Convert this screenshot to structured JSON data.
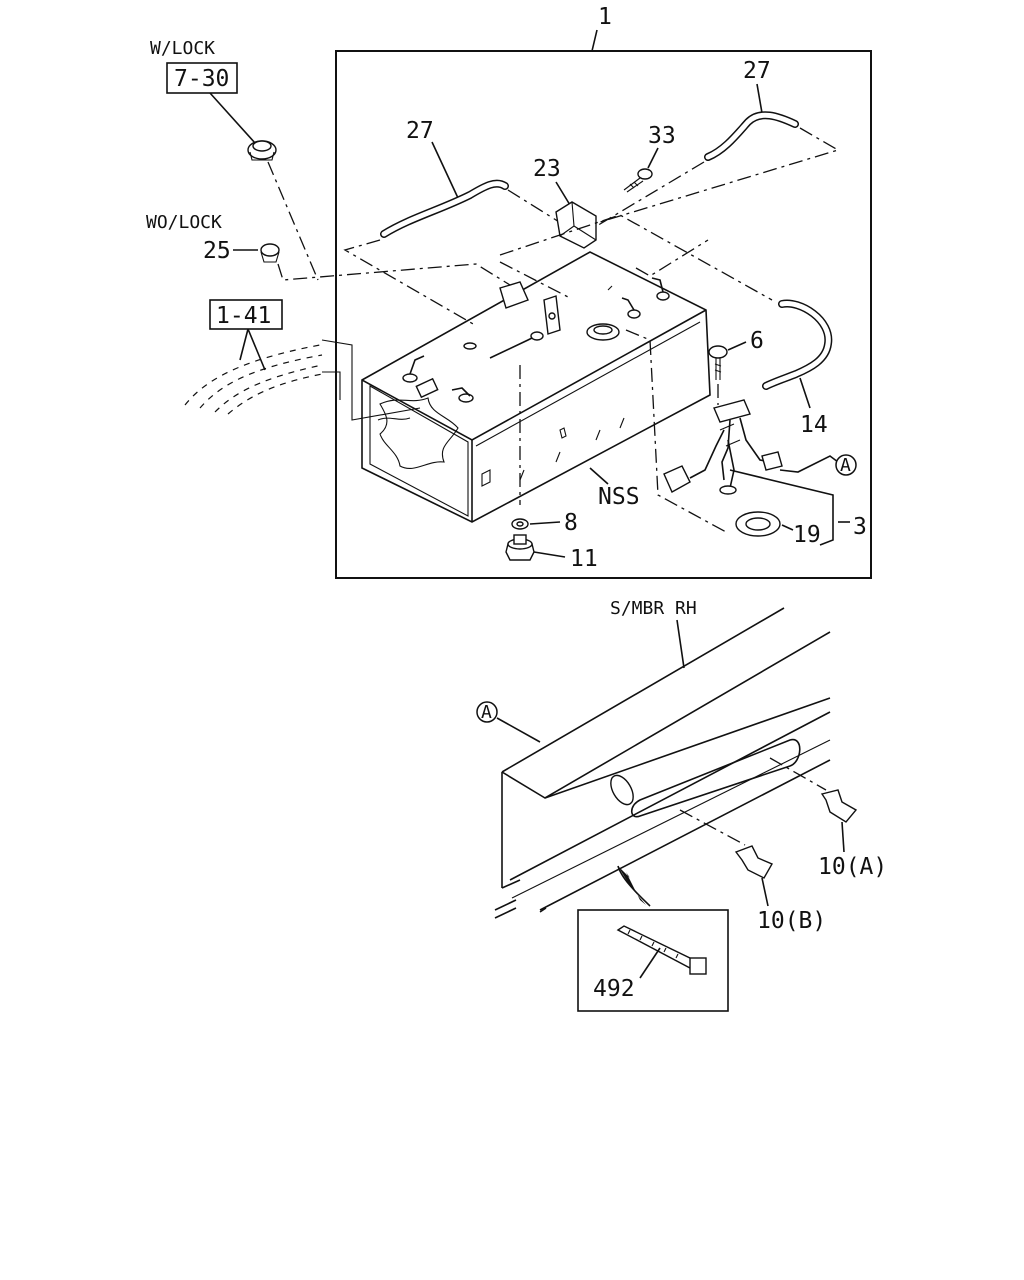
{
  "callouts": {
    "assembly": "1",
    "w_lock": "W/LOCK",
    "ref_7_30": "7-30",
    "wo_lock": "WO/LOCK",
    "cap_25": "25",
    "ref_1_41": "1-41",
    "hose_27_left": "27",
    "hose_27_right": "27",
    "bracket_23": "23",
    "screw_33": "33",
    "screw_6": "6",
    "hose_14": "14",
    "circle_a_top": "A",
    "unit_3": "3",
    "gasket_19": "19",
    "nss": "NSS",
    "washer_8": "8",
    "plug_11": "11",
    "s_mbr_rh": "S/MBR RH",
    "circle_a_bottom": "A",
    "clip_10a": "10(A)",
    "clip_10b": "10(B)",
    "tie_492": "492"
  }
}
